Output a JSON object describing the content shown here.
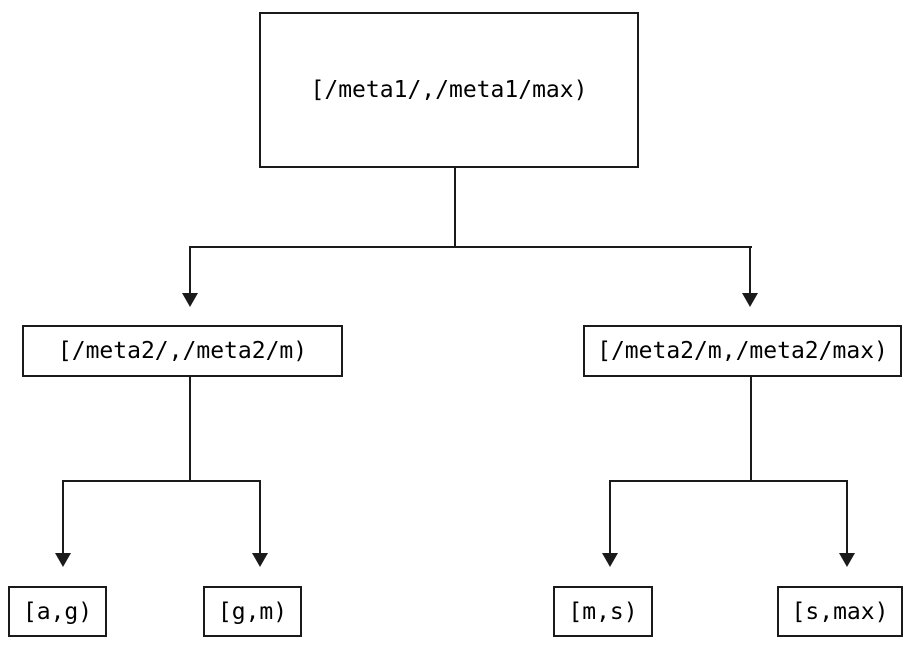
{
  "diagram": {
    "type": "tree",
    "colors": {
      "background": "#ffffff",
      "line": "#1a1a1a",
      "text": "#000000"
    },
    "nodes": {
      "root": {
        "label": "[/meta1/,/meta1/max)"
      },
      "left": {
        "label": "[/meta2/,/meta2/m)"
      },
      "right": {
        "label": "[/meta2/m,/meta2/max)"
      },
      "leaf1": {
        "label": "[a,g)"
      },
      "leaf2": {
        "label": "[g,m)"
      },
      "leaf3": {
        "label": "[m,s)"
      },
      "leaf4": {
        "label": "[s,max)"
      }
    },
    "edges": [
      {
        "from": "root",
        "to": "left"
      },
      {
        "from": "root",
        "to": "right"
      },
      {
        "from": "left",
        "to": "leaf1"
      },
      {
        "from": "left",
        "to": "leaf2"
      },
      {
        "from": "right",
        "to": "leaf3"
      },
      {
        "from": "right",
        "to": "leaf4"
      }
    ]
  }
}
